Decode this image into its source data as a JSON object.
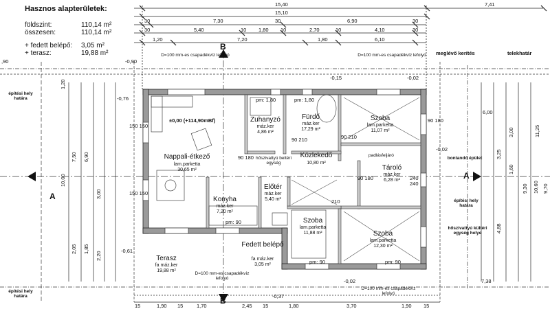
{
  "area_summary": {
    "title": "Hasznos alapterületek:",
    "rows": [
      {
        "label": "földszint:",
        "value": "110,14 m²"
      },
      {
        "label": "összesen:",
        "value": "110,14 m²"
      },
      {
        "label": "+ fedett belépő:",
        "value": "3,05 m²"
      },
      {
        "label": "+ terasz:",
        "value": "19,88 m²"
      }
    ]
  },
  "top_dims": {
    "row1": [
      "15,40",
      "7,41"
    ],
    "row2": [
      "15,10"
    ],
    "row3": [
      "30",
      "7,30",
      "30",
      "6,90",
      "30"
    ],
    "row4": [
      "30",
      "5,40",
      "10",
      "1,80",
      "10",
      "2,70",
      "10",
      "4,10",
      "30"
    ],
    "row5": [
      "1,20",
      "7,20",
      "1,80",
      "6,10"
    ]
  },
  "rooms": [
    {
      "name": "Nappali-étkező",
      "floor": "lam.parketta",
      "area": "30,65 m²"
    },
    {
      "name": "Zuhanyzó",
      "floor": "máz.ker",
      "area": "4,86 m²"
    },
    {
      "name": "Fürdő",
      "floor": "máz.ker",
      "area": "17,29 m²"
    },
    {
      "name": "Szoba",
      "floor": "lam.parketta",
      "area": "11,07 m²"
    },
    {
      "name": "Közlekedő",
      "floor": "",
      "area": "10,80 m²"
    },
    {
      "name": "Tároló",
      "floor": "máz.ker",
      "area": "6,28 m²"
    },
    {
      "name": "Konyha",
      "floor": "máz.ker",
      "area": "7,20 m²"
    },
    {
      "name": "Előtér",
      "floor": "máz.ker",
      "area": "5,40 m²"
    },
    {
      "name": "Szoba",
      "floor": "lam.parketta",
      "area": "11,88 m²"
    },
    {
      "name": "Szoba",
      "floor": "lam.parketta",
      "area": "12,30 m²"
    },
    {
      "name": "Terasz",
      "floor": "fa máz.ker",
      "area": "19,88 m²"
    },
    {
      "name": "Fedett belépő",
      "floor": "fa máz.ker",
      "area": "3,05 m²"
    }
  ],
  "notes": {
    "elevation": "±0,00 (+114,90mBf)",
    "downpipe": "D=100 mm-es csapadékvíz lefolyó",
    "fence": "meglévő kerítés",
    "boundary": "telekhatár",
    "build_line": "építési hely határa",
    "demolished": "bontandó épület",
    "hvac_indoor": "hőszivattyú beltéri egység",
    "hvac_outdoor": "hőszivattyú kültéri egység helye",
    "attic": "padlásfeljáró",
    "section_a": "A",
    "section_b": "B",
    "levels": [
      "-0,15",
      "-0,76",
      "-0,61",
      "-0,37",
      "-0,02",
      "-0,02",
      "-0,02",
      "-0,90",
      ",90"
    ]
  },
  "right_dims": [
    "6,00",
    "11,25",
    "7,38",
    "3,25",
    "1,60",
    "3,00",
    "4,88",
    "9,30",
    "10,60",
    "9,70"
  ],
  "left_dims": [
    "1,20",
    "7,50",
    "6,90",
    "10,00",
    "3,00",
    "2,05",
    "1,85",
    "2,20"
  ],
  "bottom_dims": [
    "15",
    "1,90",
    "15",
    "1,70",
    "2,45",
    "15",
    "1,80",
    "3,70",
    "1,90",
    "15"
  ],
  "window_labels": [
    "90 180",
    "90 180",
    "90 180",
    "150 150",
    "150 150",
    "210",
    "90 210",
    "90 210"
  ],
  "misc_labels": [
    "pm: 1,80",
    "pm: 1,80",
    "pm: 90",
    "pm: 90",
    "pm: 90",
    "240",
    "240"
  ]
}
